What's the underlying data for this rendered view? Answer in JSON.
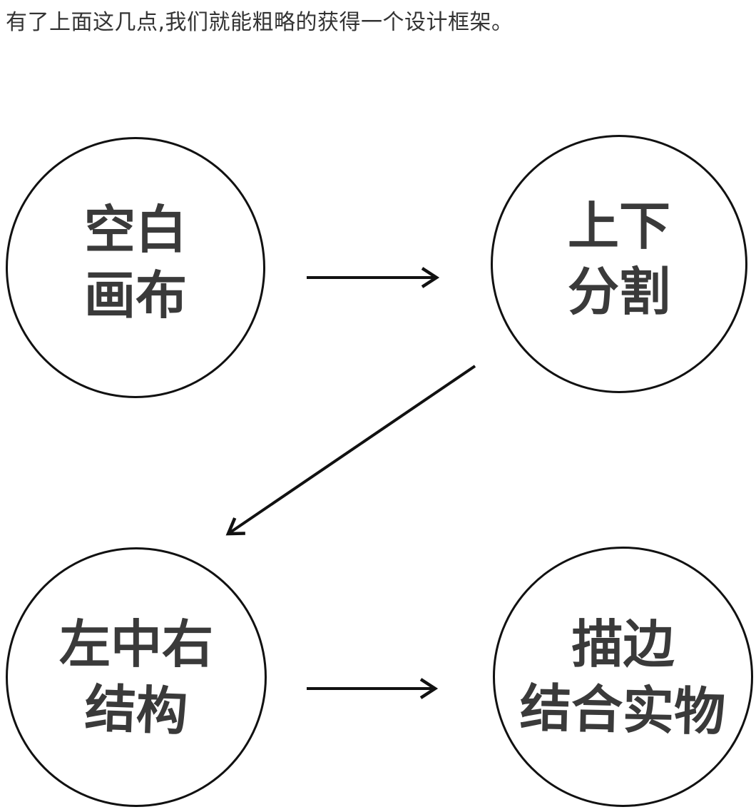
{
  "page": {
    "background_color": "#ffffff"
  },
  "caption": {
    "text": "有了上面这几点,我们就能粗略的获得一个设计框架。"
  },
  "diagram": {
    "stroke_color": "#111111",
    "text_color": "#3a3a3a",
    "nodes": [
      {
        "id": "blank-canvas",
        "line1": "空白",
        "line2": "画布"
      },
      {
        "id": "top-bottom-split",
        "line1": "上下",
        "line2": "分割"
      },
      {
        "id": "left-center-right",
        "line1": "左中右",
        "line2": "结构"
      },
      {
        "id": "outline-with-objects",
        "line1": "描边",
        "line2": "结合实物"
      }
    ],
    "arrows": [
      {
        "from": "blank-canvas",
        "to": "top-bottom-split",
        "direction": "right"
      },
      {
        "from": "top-bottom-split",
        "to": "left-center-right",
        "direction": "down-left"
      },
      {
        "from": "left-center-right",
        "to": "outline-with-objects",
        "direction": "right"
      }
    ]
  }
}
